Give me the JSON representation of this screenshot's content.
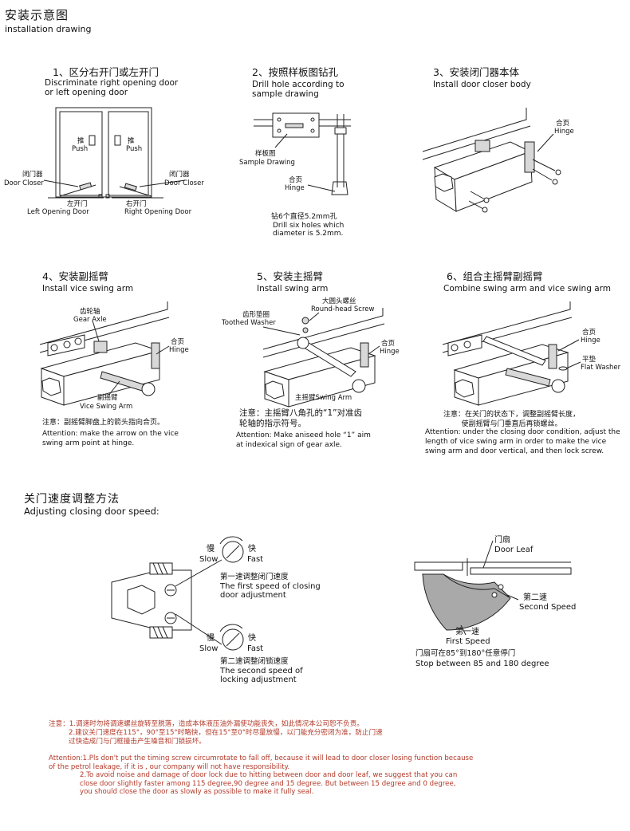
{
  "header": {
    "title_cn": "安装示意图",
    "title_en": "installation drawing"
  },
  "steps": [
    {
      "title": "1、区分右开门或左开门",
      "en": "Discriminate right opening door\nor left opening door",
      "labels": {
        "push": "Push",
        "push_cn": "推",
        "closer_l_cn": "闭门器",
        "closer_l": "Door Closer",
        "closer_r_cn": "闭门器",
        "closer_r": "Door Closer",
        "left_cn": "左开门",
        "left": "Left Opening Door",
        "right_cn": "右开门",
        "right": "Right Opening Door"
      }
    },
    {
      "title": "2、按照样板图钻孔",
      "en": "Drill hole according to\nsample drawing",
      "labels": {
        "sample_cn": "样板图",
        "sample": "Sample Drawing",
        "hinge_cn": "合页",
        "hinge": "Hinge",
        "note_cn": "钻6个直径5.2mm孔",
        "note_en": "Drill six holes which\ndiameter is 5.2mm."
      }
    },
    {
      "title": "3、安装闭门器本体",
      "en": "Install door closer body",
      "labels": {
        "hinge_cn": "合页",
        "hinge": "Hinge"
      }
    },
    {
      "title": "4、安装副摇臂",
      "en": "Install vice swing arm",
      "labels": {
        "gear_cn": "齿轮轴",
        "gear": "Gear Axle",
        "hinge_cn": "合页",
        "hinge": "Hinge",
        "vice_cn": "副摇臂",
        "vice": "Vice Swing Arm"
      },
      "note_cn": "注意：副摇臂脚盘上的箭头指向合页。",
      "note_en": "Attention: make the arrow on the vice\nswing arm point at hinge."
    },
    {
      "title": "5、安装主摇臂",
      "en": "Install swing arm",
      "labels": {
        "screw_cn": "大圆头螺丝",
        "screw": "Round-head Screw",
        "washer_cn": "齿形垫圈",
        "washer": "Toothed Washer",
        "hinge_cn": "合页",
        "hinge": "Hinge",
        "arm": "主摇臂Swing Arm"
      },
      "note_cn": "注意：主摇臂八角孔的“1”对准齿\n轮轴的指示符号。",
      "note_en": "Attention: Make aniseed hole “1” aim\nat indexical sign of gear axle."
    },
    {
      "title": "6、组合主摇臂副摇臂",
      "en": "Combine swing arm and vice swing arm",
      "labels": {
        "hinge_cn": "合页",
        "hinge": "Hinge",
        "flat_cn": "平垫",
        "flat": "Flat Washer"
      },
      "note_cn": "注意：在关门的状态下，调整副摇臂长度，\n使副摇臂与门垂直后再锁螺丝。",
      "note_en": "Attention: under the closing door condition, adjust the\nlength of vice swing arm in order to make the  vice\nswing arm and door vertical, and then lock screw."
    }
  ],
  "speed": {
    "title_cn": "关门速度调整方法",
    "title_en": "Adjusting closing door speed:",
    "slow_cn": "慢",
    "slow": "Slow",
    "fast_cn": "快",
    "fast": "Fast",
    "first_cn": "第一速调整闭门速度",
    "first_en": "The first speed of closing\ndoor adjustment",
    "second_cn": "第二速调整闭锁速度",
    "second_en": "The second speed of\nlocking adjustment",
    "leaf_cn": "门扇",
    "leaf": "Door Leaf",
    "sp2_cn": "第二速",
    "sp2": "Second Speed",
    "sp1_cn": "第一速",
    "sp1": "First Speed",
    "stop_cn": "门扇可在85°到180°任意停门",
    "stop_en": "Stop between 85 and 180 degree"
  },
  "notes": {
    "cn1": "注意：1.调速时勿将调速螺丝旋转至脱落，造成本体液压油外漏使功能丧失，如此情况本公司恕不负责。",
    "cn2": "2.建议关门速度在115°，90°至15°时略快，但在15°至0°时尽量放慢，以门能充分密闭为准，防止门速\n过快造成门与门框撞击产生噪音和门锁损坏。",
    "en1": "Attention:1.Pls don't put the timing screw circumrotate to fall off, because it will lead to door closer losing function because\nof the petrol leakage, if it is , our company will not have responsibility.",
    "en2": "2.To avoid noise and damage of door lock due to hitting between door and door leaf, we suggest that you can\nclose door slightly faster among 115 degree,90 degree and 15 degree. But between 15 degree and 0 degree,\nyou should close the door as slowly as possible to make it fully seal."
  },
  "colors": {
    "note_red": "#b33a2a",
    "arc_gray": "#a9a9a9"
  }
}
